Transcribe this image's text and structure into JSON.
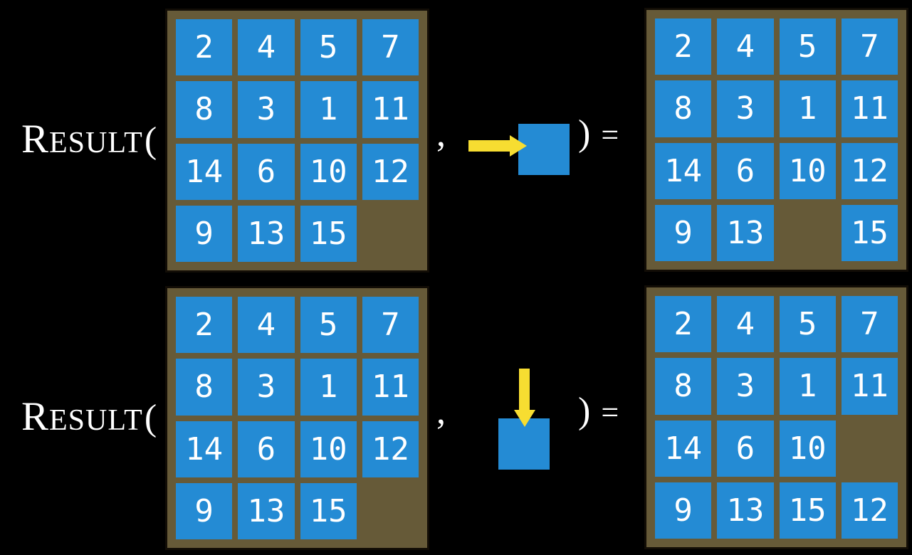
{
  "colors": {
    "background": "#000000",
    "board_brown": "#665a38",
    "board_border": "#120d06",
    "tile_blue": "#248bd4",
    "arrow_yellow": "#f7dd31",
    "text_white": "#ffffff"
  },
  "rows": [
    {
      "label": {
        "initial": "R",
        "small_caps": "ESULT",
        "open_paren": "("
      },
      "comma": ",",
      "close_paren": ")",
      "equals": "=",
      "action": {
        "icon": "right-arrow-into-tile-icon",
        "direction": "right"
      },
      "input_grid": [
        [
          "2",
          "4",
          "5",
          "7"
        ],
        [
          "8",
          "3",
          "1",
          "11"
        ],
        [
          "14",
          "6",
          "10",
          "12"
        ],
        [
          "9",
          "13",
          "15",
          ""
        ]
      ],
      "output_grid": [
        [
          "2",
          "4",
          "5",
          "7"
        ],
        [
          "8",
          "3",
          "1",
          "11"
        ],
        [
          "14",
          "6",
          "10",
          "12"
        ],
        [
          "9",
          "13",
          "",
          "15"
        ]
      ]
    },
    {
      "label": {
        "initial": "R",
        "small_caps": "ESULT",
        "open_paren": "("
      },
      "comma": ",",
      "close_paren": ")",
      "equals": "=",
      "action": {
        "icon": "down-arrow-into-tile-icon",
        "direction": "down"
      },
      "input_grid": [
        [
          "2",
          "4",
          "5",
          "7"
        ],
        [
          "8",
          "3",
          "1",
          "11"
        ],
        [
          "14",
          "6",
          "10",
          "12"
        ],
        [
          "9",
          "13",
          "15",
          ""
        ]
      ],
      "output_grid": [
        [
          "2",
          "4",
          "5",
          "7"
        ],
        [
          "8",
          "3",
          "1",
          "11"
        ],
        [
          "14",
          "6",
          "10",
          ""
        ],
        [
          "9",
          "13",
          "15",
          "12"
        ]
      ]
    }
  ]
}
